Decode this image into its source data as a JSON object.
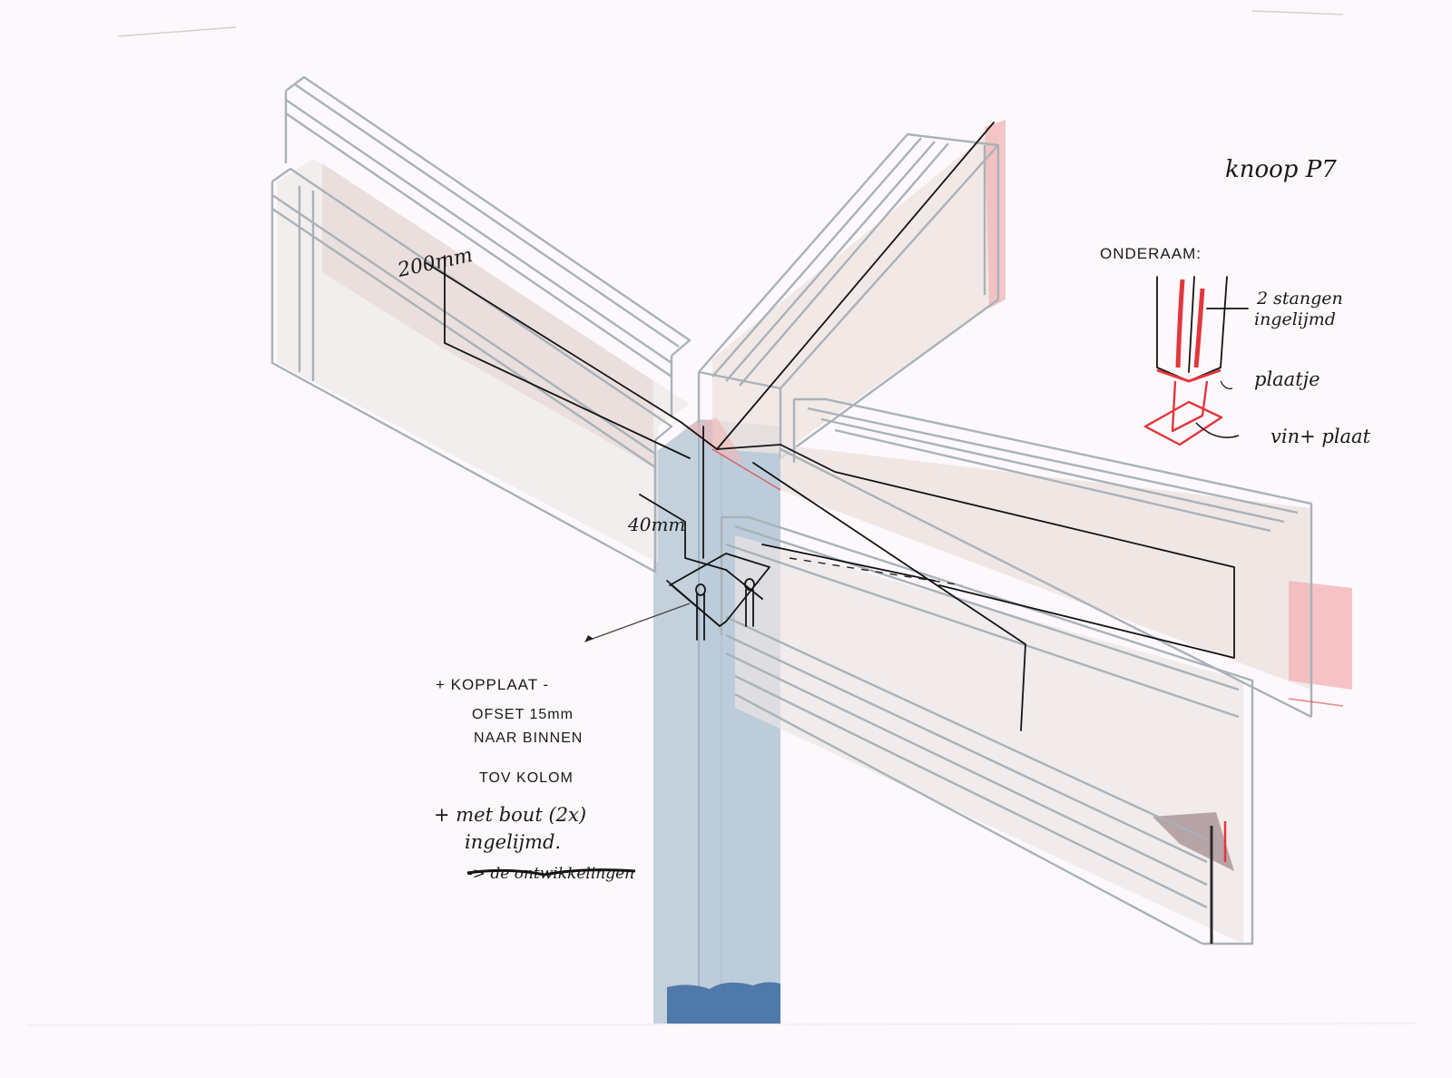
{
  "title": "knoop P7",
  "dimensions": {
    "beam_height": "200mm",
    "offset_depth": "40mm"
  },
  "detail_inset": {
    "heading": "ONDERAAM:",
    "labels": [
      "2 stangen ingelijmd",
      "plaatje",
      "vin+ plaat"
    ]
  },
  "notes": {
    "kopplaat_lines": [
      "+ KOPPLAAT -",
      "OFSET 15mm",
      "NAAR BINNEN",
      "TOV KOLOM"
    ],
    "bolt_lines": [
      "+ met bout (2x)",
      "ingelijmd."
    ],
    "struck_text": "-> de ontwikkelingen"
  },
  "colors": {
    "paper": "#fcf8fc",
    "beam_outline": "#a9b2b8",
    "beam_fill": "#ebe2e0",
    "beam_fill_red": "#f2b5b6",
    "column_fill": "#b9c9d8",
    "column_base": "#4f79a8",
    "ink": "#141414",
    "accent_red": "#e2373c"
  }
}
